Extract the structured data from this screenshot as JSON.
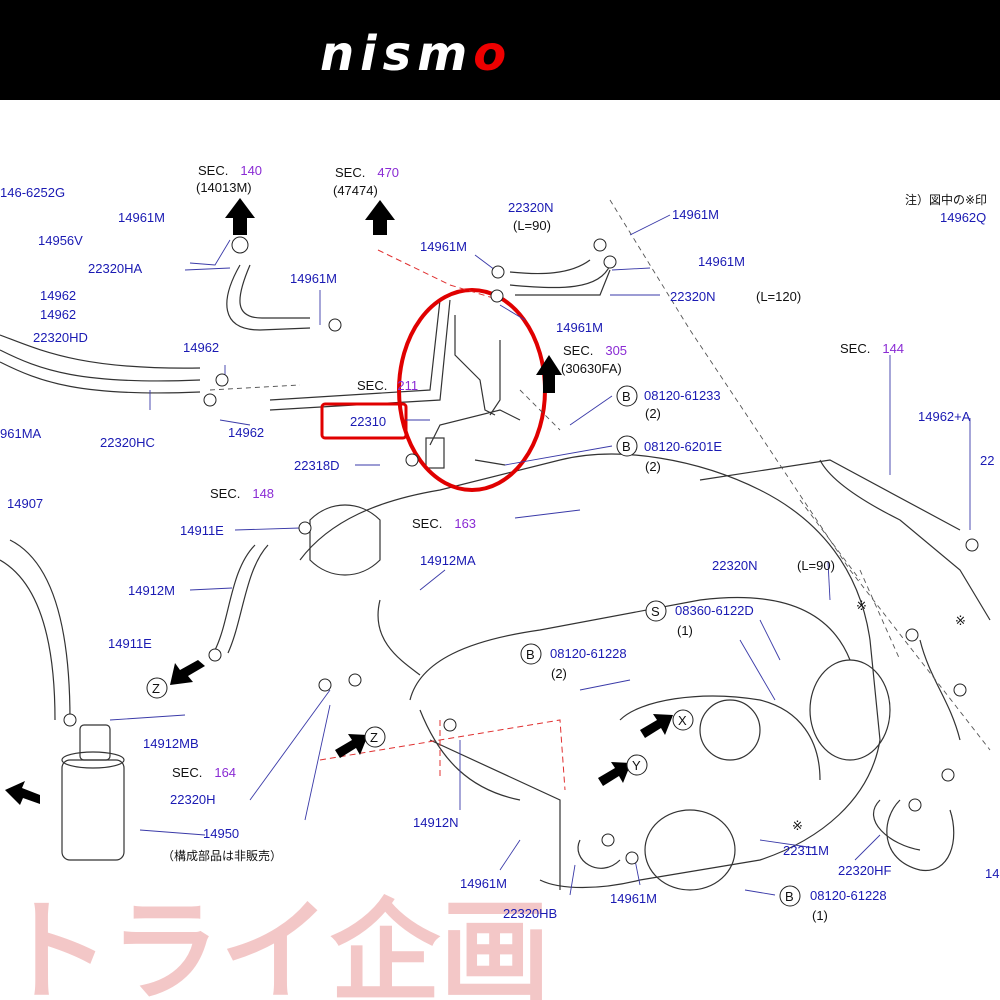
{
  "header": {
    "brand_main": "nism",
    "brand_accent": "o"
  },
  "watermark": "トライ企画",
  "notes": {
    "jp_note": "注）図中の※印",
    "jp_not_sold": "（構成部品は非販売）"
  },
  "sections": {
    "s140": {
      "prefix": "SEC.",
      "num": "140",
      "sub": "(14013M)"
    },
    "s470": {
      "prefix": "SEC.",
      "num": "470",
      "sub": "(47474)"
    },
    "s305": {
      "prefix": "SEC.",
      "num": "305",
      "sub": "(30630FA)"
    },
    "s211": {
      "prefix": "SEC.",
      "num": "211"
    },
    "s144": {
      "prefix": "SEC.",
      "num": "144"
    },
    "s148": {
      "prefix": "SEC.",
      "num": "148"
    },
    "s163": {
      "prefix": "SEC.",
      "num": "163"
    },
    "s164": {
      "prefix": "SEC.",
      "num": "164"
    }
  },
  "parts": {
    "p1": "146-6252G",
    "p2": "14961M",
    "p3": "14956V",
    "p4": "22320HA",
    "p5": "14961M",
    "p6": "14962",
    "p7": "14962",
    "p8": "22320HD",
    "p9": "14962",
    "p10": "961MA",
    "p11": "22320HC",
    "p12": "14962",
    "p13": "22320N",
    "p14": "(L=90)",
    "p15": "14961M",
    "p16": "14961M",
    "p17": "14961M",
    "p18": "22320N",
    "p19": "(L=120)",
    "p20": "14961M",
    "p21": "14962Q",
    "p22": "22310",
    "p23": "22318D",
    "p24": "08120-61233",
    "p25": "(2)",
    "p26": "08120-6201E",
    "p27": "(2)",
    "p28": "14962+A",
    "p29": "22",
    "p30": "14907",
    "p31": "14911E",
    "p32": "14912MA",
    "p33": "22320N",
    "p34": "(L=90)",
    "p35": "14912M",
    "p36": "08360-6122D",
    "p37": "(1)",
    "p38": "14911E",
    "p39": "08120-61228",
    "p40": "(2)",
    "p41": "14912MB",
    "p42": "22320H",
    "p43": "14950",
    "p44": "14912N",
    "p45": "22311M",
    "p46": "22320HF",
    "p47": "14961M",
    "p48": "14961M",
    "p49": "22320HB",
    "p50": "08120-61228",
    "p51": "(1)",
    "p52": "14"
  },
  "markers": {
    "b": "B",
    "s": "S",
    "z": "Z",
    "x": "X",
    "y": "Y",
    "star": "※"
  },
  "colors": {
    "header_bg": "#000000",
    "part_label": "#1a1ab3",
    "section_num": "#8a2bd4",
    "highlight": "#e00000",
    "watermark": "#f3c7c7"
  }
}
